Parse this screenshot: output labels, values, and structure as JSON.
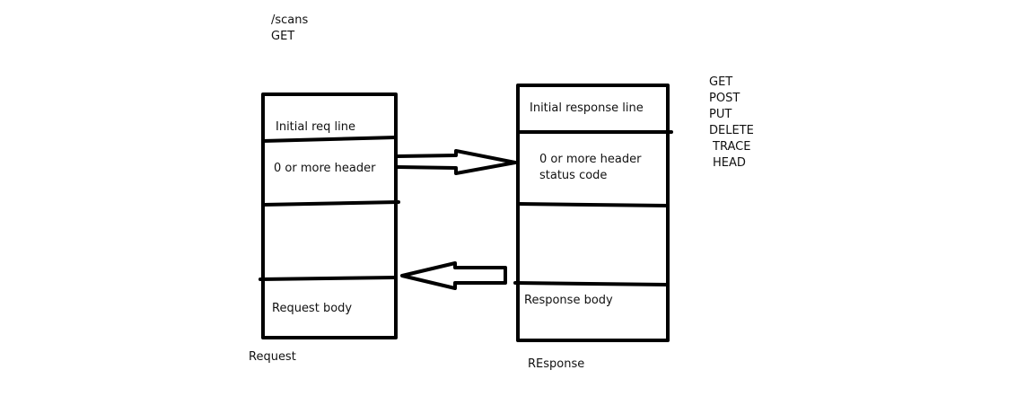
{
  "endpoint": {
    "path": "/scans",
    "method": "GET"
  },
  "request": {
    "caption": "Request",
    "sections": {
      "initial": "Initial req line",
      "headers": "0 or more header",
      "blank": "",
      "body": "Request body"
    }
  },
  "response": {
    "caption": "REsponse",
    "sections": {
      "initial": "Initial response line",
      "headers_1": "0 or more header",
      "headers_2": "status code",
      "blank": "",
      "body": "Response body"
    }
  },
  "methods": [
    "GET",
    "POST",
    "PUT",
    "DELETE",
    "TRACE",
    "HEAD"
  ],
  "colors": {
    "ink": "#000000",
    "text": "#111111",
    "background": "#ffffff"
  }
}
